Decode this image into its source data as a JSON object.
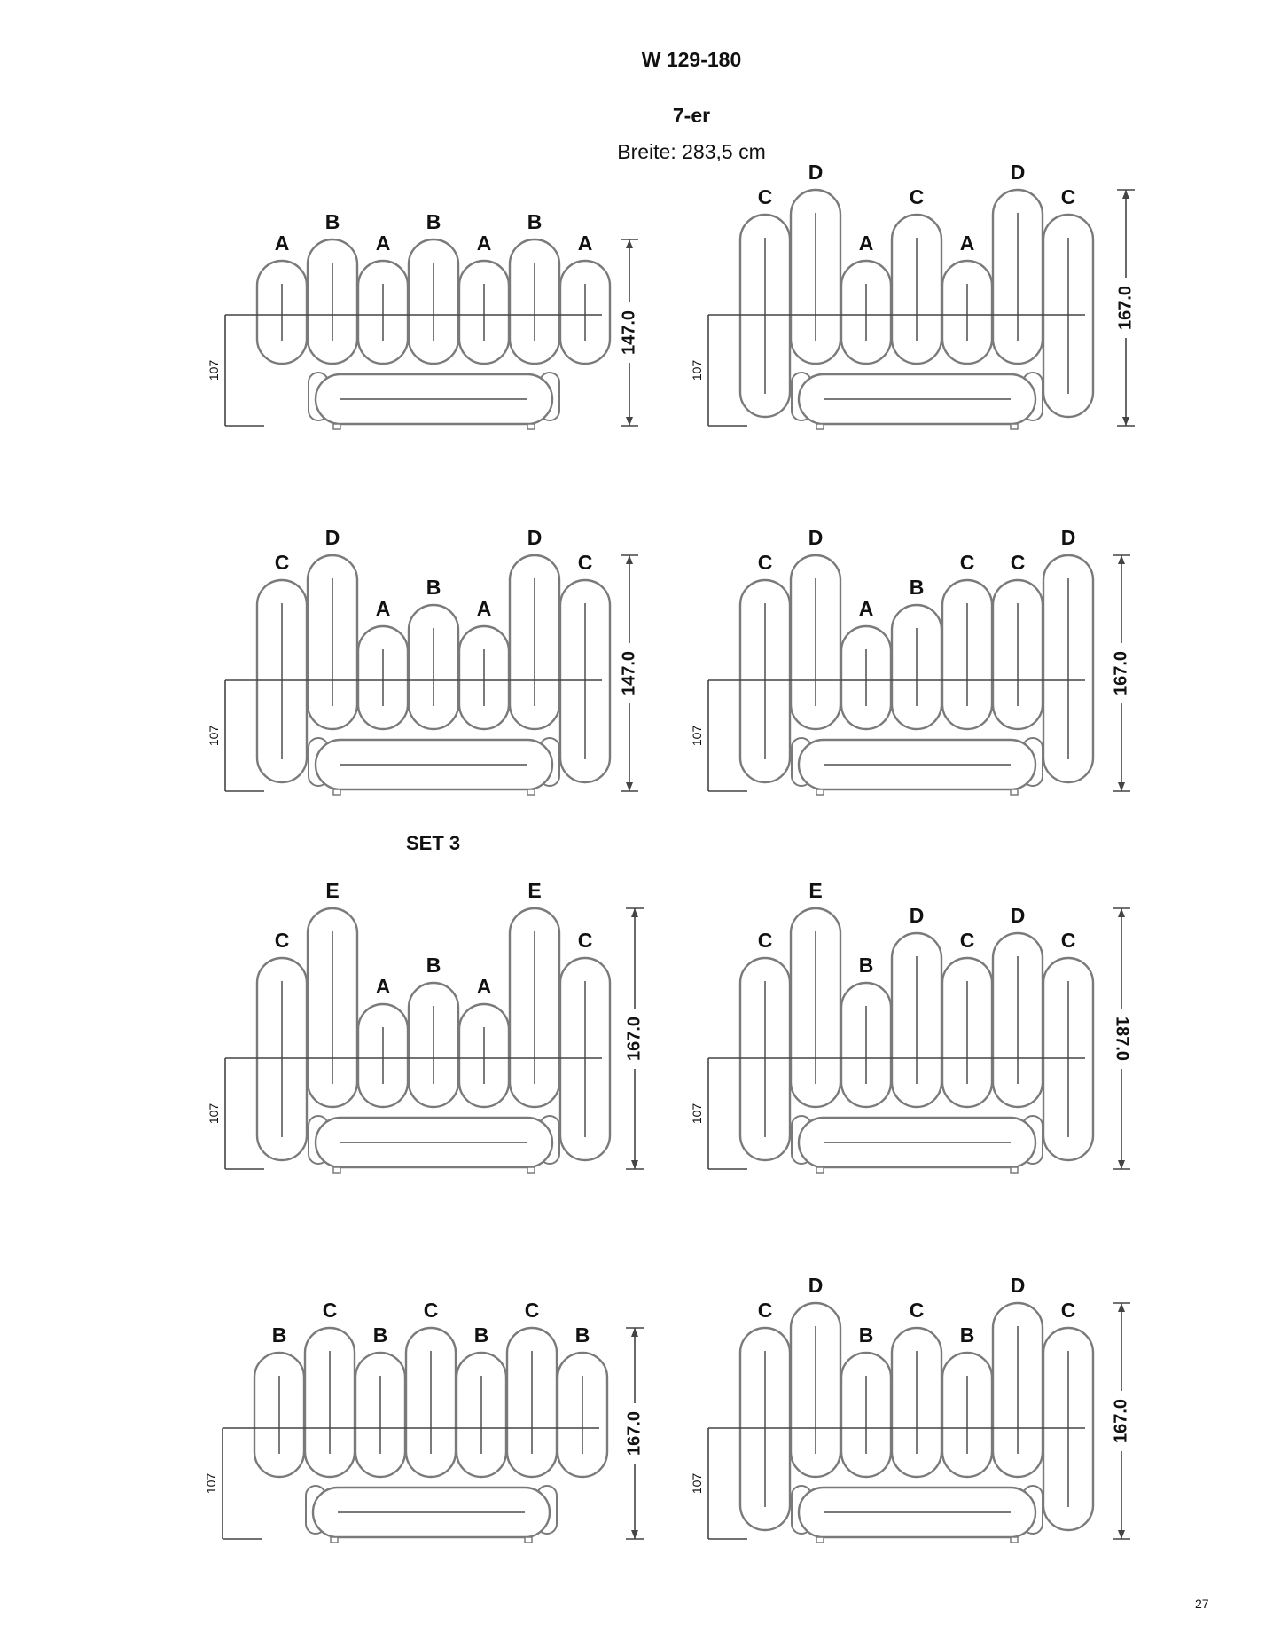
{
  "header": {
    "title": "W 129-180",
    "subtitle": "7-er",
    "width_text": "Breite: 283,5 cm"
  },
  "set_label": "SET 3",
  "page_number": "27",
  "colors": {
    "outline": "#7a7a7a",
    "text": "#111111"
  },
  "diagrams": [
    {
      "labels": [
        "A",
        "B",
        "A",
        "B",
        "A",
        "B",
        "A"
      ],
      "dimension": "147.0",
      "dimension_flipped": false,
      "base": "107",
      "wide_ends": false
    },
    {
      "labels": [
        "C",
        "D",
        "A",
        "C",
        "A",
        "D",
        "C"
      ],
      "dimension": "167.0",
      "dimension_flipped": false,
      "base": "107",
      "wide_ends": true
    },
    {
      "labels": [
        "C",
        "D",
        "A",
        "B",
        "A",
        "D",
        "C"
      ],
      "dimension": "147.0",
      "dimension_flipped": false,
      "base": "107",
      "wide_ends": true
    },
    {
      "labels": [
        "C",
        "D",
        "A",
        "B",
        "C",
        "C",
        "D"
      ],
      "dimension": "167.0",
      "dimension_flipped": false,
      "base": "107",
      "wide_ends": true
    },
    {
      "labels": [
        "C",
        "E",
        "A",
        "B",
        "A",
        "E",
        "C"
      ],
      "dimension": "167.0",
      "dimension_flipped": false,
      "base": "107",
      "wide_ends": true
    },
    {
      "labels": [
        "C",
        "E",
        "B",
        "D",
        "C",
        "D",
        "C"
      ],
      "dimension": "187.0",
      "dimension_flipped": true,
      "base": "107",
      "wide_ends": true
    },
    {
      "labels": [
        "B",
        "C",
        "B",
        "C",
        "B",
        "C",
        "B"
      ],
      "dimension": "167.0",
      "dimension_flipped": false,
      "base": "107",
      "wide_ends": false
    },
    {
      "labels": [
        "C",
        "D",
        "B",
        "C",
        "B",
        "D",
        "C"
      ],
      "dimension": "167.0",
      "dimension_flipped": false,
      "base": "107",
      "wide_ends": true
    }
  ]
}
